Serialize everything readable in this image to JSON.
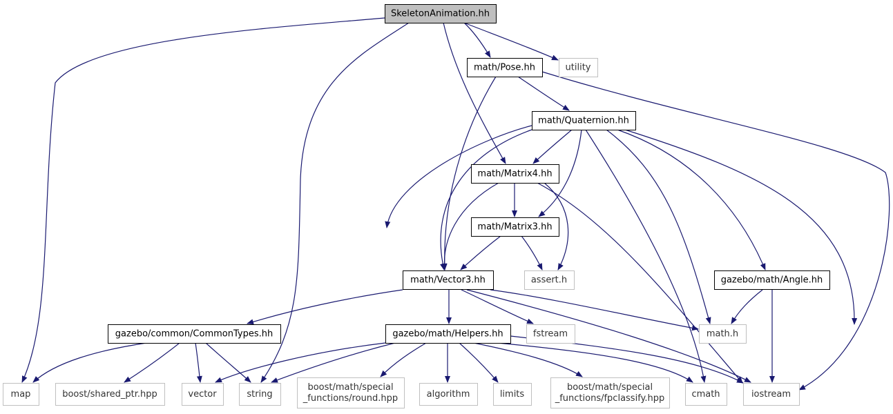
{
  "colors": {
    "edge": "#191970",
    "root_fill": "#bfbfbf",
    "project_border": "#000000",
    "external_border": "#bfbfbf",
    "background": "#ffffff"
  },
  "nodes": [
    {
      "id": "root",
      "lines": [
        "SkeletonAnimation.hh"
      ],
      "kind": "root"
    },
    {
      "id": "pose",
      "lines": [
        "math/Pose.hh"
      ],
      "kind": "project"
    },
    {
      "id": "utility",
      "lines": [
        "utility"
      ],
      "kind": "external"
    },
    {
      "id": "quaternion",
      "lines": [
        "math/Quaternion.hh"
      ],
      "kind": "project"
    },
    {
      "id": "matrix4",
      "lines": [
        "math/Matrix4.hh"
      ],
      "kind": "project"
    },
    {
      "id": "matrix3",
      "lines": [
        "math/Matrix3.hh"
      ],
      "kind": "project"
    },
    {
      "id": "vector3",
      "lines": [
        "math/Vector3.hh"
      ],
      "kind": "project"
    },
    {
      "id": "assert",
      "lines": [
        "assert.h"
      ],
      "kind": "external"
    },
    {
      "id": "angle",
      "lines": [
        "gazebo/math/Angle.hh"
      ],
      "kind": "project"
    },
    {
      "id": "commontypes",
      "lines": [
        "gazebo/common/CommonTypes.hh"
      ],
      "kind": "project"
    },
    {
      "id": "helpers",
      "lines": [
        "gazebo/math/Helpers.hh"
      ],
      "kind": "project"
    },
    {
      "id": "fstream",
      "lines": [
        "fstream"
      ],
      "kind": "external"
    },
    {
      "id": "mathh",
      "lines": [
        "math.h"
      ],
      "kind": "external"
    },
    {
      "id": "map",
      "lines": [
        "map"
      ],
      "kind": "external"
    },
    {
      "id": "sharedptr",
      "lines": [
        "boost/shared_ptr.hpp"
      ],
      "kind": "external"
    },
    {
      "id": "vector",
      "lines": [
        "vector"
      ],
      "kind": "external"
    },
    {
      "id": "string",
      "lines": [
        "string"
      ],
      "kind": "external"
    },
    {
      "id": "round",
      "lines": [
        "boost/math/special",
        "_functions/round.hpp"
      ],
      "kind": "external"
    },
    {
      "id": "algorithm",
      "lines": [
        "algorithm"
      ],
      "kind": "external"
    },
    {
      "id": "limits",
      "lines": [
        "limits"
      ],
      "kind": "external"
    },
    {
      "id": "fpclassify",
      "lines": [
        "boost/math/special",
        "_functions/fpclassify.hpp"
      ],
      "kind": "external"
    },
    {
      "id": "cmath",
      "lines": [
        "cmath"
      ],
      "kind": "external"
    },
    {
      "id": "iostream",
      "lines": [
        "iostream"
      ],
      "kind": "external"
    }
  ],
  "edges": [
    [
      "root",
      "pose"
    ],
    [
      "root",
      "utility"
    ],
    [
      "root",
      "matrix4"
    ],
    [
      "root",
      "map"
    ],
    [
      "root",
      "string"
    ],
    [
      "pose",
      "quaternion"
    ],
    [
      "pose",
      "vector3"
    ],
    [
      "pose",
      "iostream"
    ],
    [
      "quaternion",
      "matrix4"
    ],
    [
      "quaternion",
      "matrix3"
    ],
    [
      "quaternion",
      "vector3"
    ],
    [
      "quaternion",
      "helpers"
    ],
    [
      "quaternion",
      "mathh"
    ],
    [
      "quaternion",
      "angle"
    ],
    [
      "quaternion",
      "cmath"
    ],
    [
      "quaternion",
      "iostream"
    ],
    [
      "matrix4",
      "matrix3"
    ],
    [
      "matrix4",
      "vector3"
    ],
    [
      "matrix4",
      "assert"
    ],
    [
      "matrix4",
      "iostream"
    ],
    [
      "matrix3",
      "vector3"
    ],
    [
      "matrix3",
      "assert"
    ],
    [
      "vector3",
      "commontypes"
    ],
    [
      "vector3",
      "helpers"
    ],
    [
      "vector3",
      "fstream"
    ],
    [
      "vector3",
      "mathh"
    ],
    [
      "vector3",
      "iostream"
    ],
    [
      "angle",
      "mathh"
    ],
    [
      "angle",
      "iostream"
    ],
    [
      "commontypes",
      "map"
    ],
    [
      "commontypes",
      "sharedptr"
    ],
    [
      "commontypes",
      "vector"
    ],
    [
      "commontypes",
      "string"
    ],
    [
      "helpers",
      "vector"
    ],
    [
      "helpers",
      "string"
    ],
    [
      "helpers",
      "round"
    ],
    [
      "helpers",
      "algorithm"
    ],
    [
      "helpers",
      "limits"
    ],
    [
      "helpers",
      "fpclassify"
    ],
    [
      "helpers",
      "cmath"
    ],
    [
      "helpers",
      "iostream"
    ]
  ]
}
